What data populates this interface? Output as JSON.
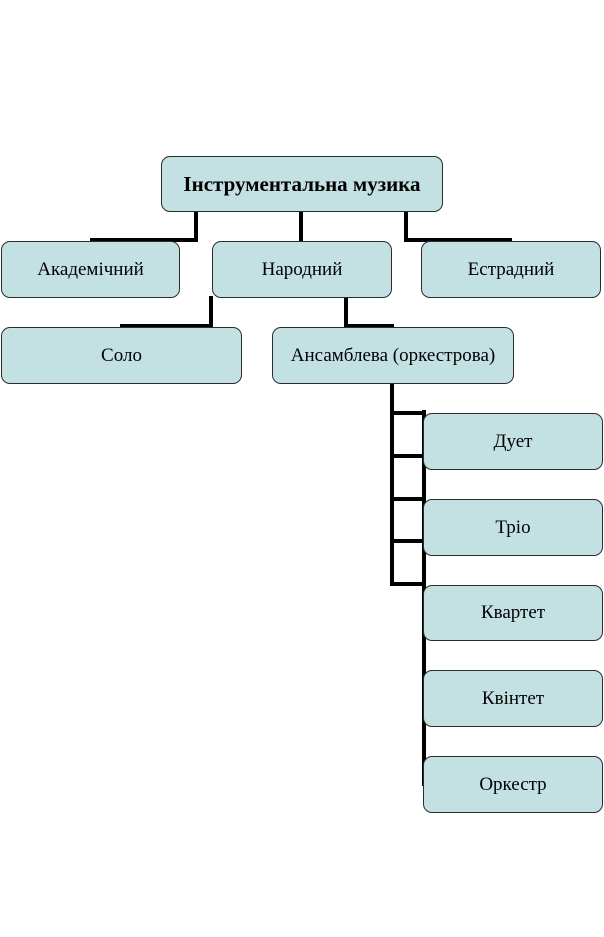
{
  "diagram": {
    "root": "Інструментальна музика",
    "level1": {
      "academic": "Академічний",
      "folk": "Народний",
      "pop": "Естрадний"
    },
    "level2": {
      "solo": "Соло",
      "ensemble": "Ансамблева (оркестрова)"
    },
    "ensemble_types": {
      "duet": "Дует",
      "trio": "Тріо",
      "quartet": "Квартет",
      "quintet": "Квінтет",
      "orchestra": "Оркестр"
    }
  }
}
